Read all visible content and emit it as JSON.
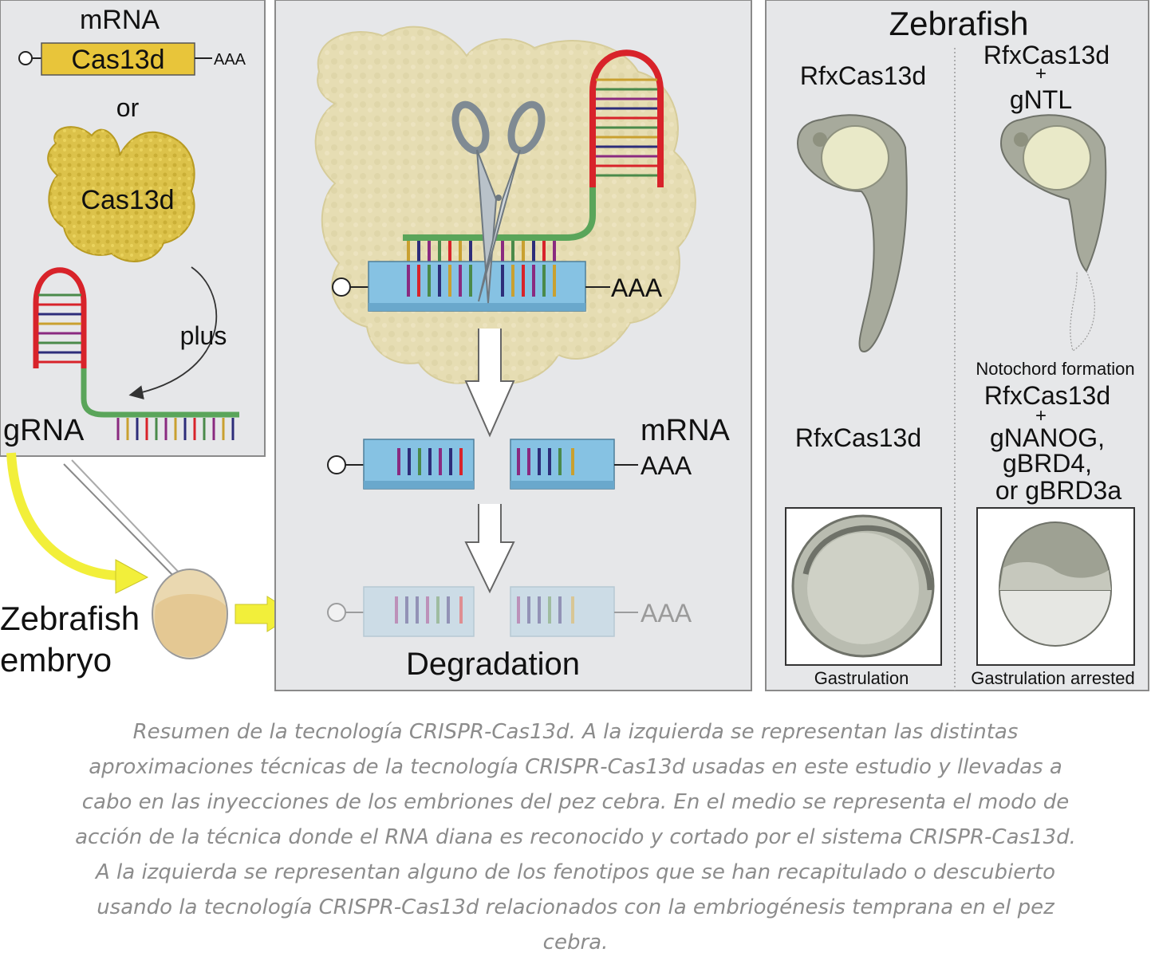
{
  "left_panel": {
    "mrna_label": "mRNA",
    "cas13d_mrna_label": "Cas13d",
    "polya_label": "AAA",
    "or_label": "or",
    "cas13d_protein_label": "Cas13d",
    "plus_label": "plus",
    "grna_label": "gRNA",
    "zebrafish_label": "Zebrafish",
    "embryo_label": "embryo"
  },
  "middle_panel": {
    "polya_top": "AAA",
    "mrna_label": "mRNA",
    "polya_mid": "AAA",
    "polya_bottom": "AAA",
    "degradation_label": "Degradation"
  },
  "right_panel": {
    "title": "Zebrafish",
    "col1_top": "RfxCas13d",
    "col2_top_line1": "RfxCas13d",
    "col2_top_line2": "+",
    "col2_top_line3": "gNTL",
    "notochord_label": "Notochord formation",
    "col1_bottom": "RfxCas13d",
    "col2_bottom_line1": "RfxCas13d",
    "col2_bottom_line2": "+",
    "col2_bottom_line3": "gNANOG,",
    "col2_bottom_line4": "gBRD4,",
    "col2_bottom_line5": "or gBRD3a",
    "gastrulation_label": "Gastrulation",
    "gastrulation_arrested_label": "Gastrulation arrested"
  },
  "caption": [
    "Resumen de la tecnología CRISPR-Cas13d. A la izquierda se representan las distintas",
    "aproximaciones técnicas de la tecnología CRISPR-Cas13d usadas en este estudio y llevadas a",
    "cabo en las inyecciones de los embriones del pez cebra. En el medio se representa el modo de",
    "acción de la técnica donde el RNA diana es reconocido y cortado por el sistema CRISPR-Cas13d.",
    "A la izquierda se representan alguno de los fenotipos que se han recapitulado o descubierto",
    "usando la tecnología CRISPR-Cas13d relacionados con la embriogénesis temprana en el pez",
    "cebra."
  ],
  "colors": {
    "panel_bg": "#e6e7e9",
    "panel_border": "#8a8a8a",
    "cas13d_yellow": "#e8c53a",
    "protein_tan": "#e6ddb3",
    "rna_blue": "#86c2e3",
    "grna_red": "#d8232a",
    "grna_green": "#5aa55a",
    "arrow_yellow": "#f2ef3a",
    "caption_gray": "#8c8c8c"
  }
}
